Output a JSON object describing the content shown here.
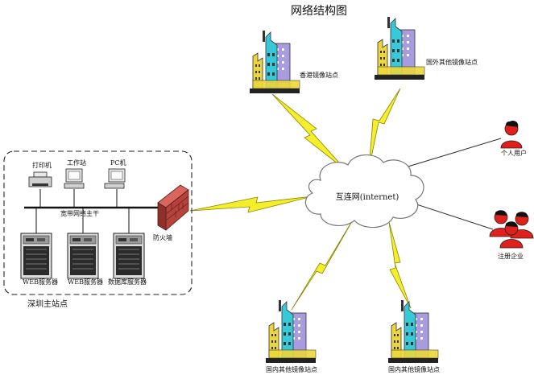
{
  "title": "网络结构图",
  "cloud_label": "互连网(internet)",
  "local_site": {
    "label": "深圳主站点",
    "backbone_label": "宽带网络主干",
    "firewall_label": "防火墙",
    "top_devices": [
      {
        "label": "打印机",
        "icon": "printer-icon"
      },
      {
        "label": "工作站",
        "icon": "workstation-icon"
      },
      {
        "label": "PC机",
        "icon": "pc-icon"
      }
    ],
    "servers": [
      {
        "label": "WEB服务器",
        "icon": "server-icon"
      },
      {
        "label": "WEB服务器",
        "icon": "server-icon"
      },
      {
        "label": "数据库服务器",
        "icon": "server-icon"
      }
    ]
  },
  "mirrors": [
    {
      "label": "香港镜像站点",
      "icon": "building-icon"
    },
    {
      "label": "国外其他镜像站点",
      "icon": "building-icon"
    },
    {
      "label": "国内其他镜像站点",
      "icon": "building-icon"
    },
    {
      "label": "国内其他镜像站点",
      "icon": "building-icon"
    }
  ],
  "users": [
    {
      "label": "个人用户",
      "icon": "person-icon"
    },
    {
      "label": "注册企业",
      "icon": "group-icon"
    }
  ],
  "colors": {
    "lightning": "#f4ee2c",
    "lightning_stroke": "#8a8400",
    "firewall": "#b5433c",
    "person": "#e0201a",
    "building_yellow": "#ecd63a",
    "building_cyan": "#38c9d8",
    "building_purple": "#a89be0"
  }
}
